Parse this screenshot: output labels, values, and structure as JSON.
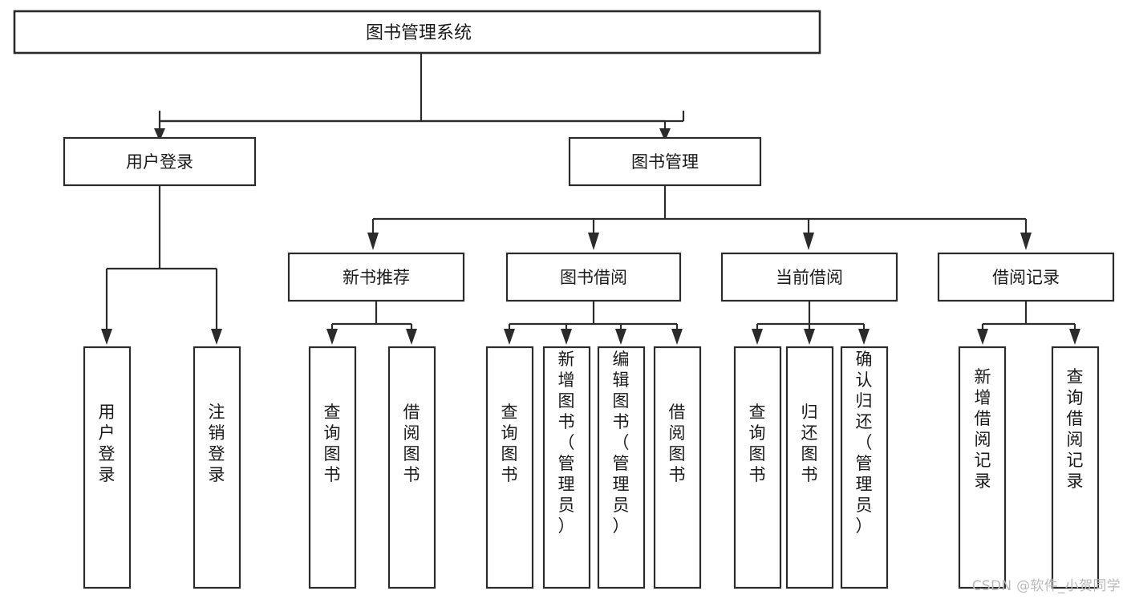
{
  "diagram": {
    "title": "图书管理系统",
    "watermark": "CSDN @软件_小贺同学",
    "colors": {
      "stroke": "#2b2b2b",
      "fill": "#ffffff",
      "text": "#1a1a1a",
      "watermark": "#b9b9b9",
      "background": "#ffffff"
    },
    "levels": {
      "root": "图书管理系统",
      "level2": [
        "用户登录",
        "图书管理"
      ],
      "level3": [
        "新书推荐",
        "图书借阅",
        "当前借阅",
        "借阅记录"
      ]
    },
    "nodes": {
      "root": {
        "label": "图书管理系统"
      },
      "user_login": {
        "label": "用户登录"
      },
      "book_manage": {
        "label": "图书管理"
      },
      "new_book_rec": {
        "label": "新书推荐"
      },
      "book_borrow": {
        "label": "图书借阅"
      },
      "current_borrow": {
        "label": "当前借阅"
      },
      "borrow_record": {
        "label": "借阅记录"
      }
    },
    "leaves": {
      "user_login": [
        {
          "label": "用户登录"
        },
        {
          "label": "注销登录"
        }
      ],
      "new_book_rec": [
        {
          "label": "查询图书"
        },
        {
          "label": "借阅图书"
        }
      ],
      "book_borrow": [
        {
          "label": "查询图书"
        },
        {
          "label": "新增图书（管理员）"
        },
        {
          "label": "编辑图书（管理员）"
        },
        {
          "label": "借阅图书"
        }
      ],
      "current_borrow": [
        {
          "label": "查询图书"
        },
        {
          "label": "归还图书"
        },
        {
          "label": "确认归还（管理员）"
        }
      ],
      "borrow_record": [
        {
          "label": "新增借阅记录"
        },
        {
          "label": "查询借阅记录"
        }
      ]
    }
  }
}
